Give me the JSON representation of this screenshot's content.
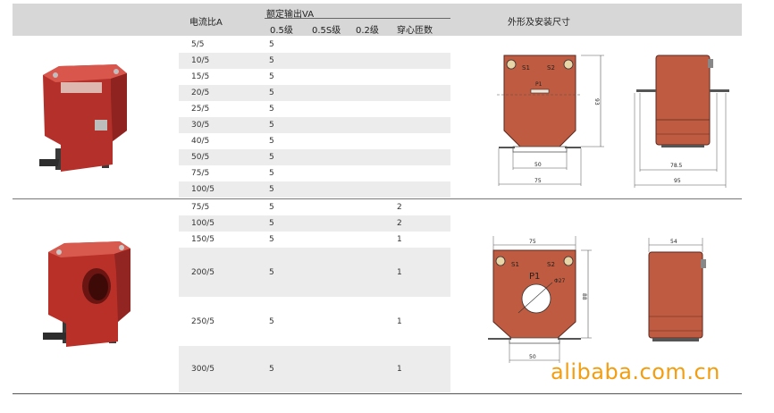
{
  "header": {
    "ratio_label": "电流比A",
    "rated_output_label": "额定输出VA",
    "class_05": "0.5级",
    "class_05s": "0.5S级",
    "class_02": "0.2级",
    "turns_label": "穿心匝数",
    "dims_label": "外形及安装尺寸"
  },
  "group1": {
    "rows": [
      {
        "ratio": "5/5",
        "va": "5",
        "turns": ""
      },
      {
        "ratio": "10/5",
        "va": "5",
        "turns": ""
      },
      {
        "ratio": "15/5",
        "va": "5",
        "turns": ""
      },
      {
        "ratio": "20/5",
        "va": "5",
        "turns": ""
      },
      {
        "ratio": "25/5",
        "va": "5",
        "turns": ""
      },
      {
        "ratio": "30/5",
        "va": "5",
        "turns": ""
      },
      {
        "ratio": "40/5",
        "va": "5",
        "turns": ""
      },
      {
        "ratio": "50/5",
        "va": "5",
        "turns": ""
      },
      {
        "ratio": "75/5",
        "va": "5",
        "turns": ""
      },
      {
        "ratio": "100/5",
        "va": "5",
        "turns": ""
      }
    ],
    "drawing_front": {
      "s1": "S1",
      "s2": "S2",
      "p1": "P1",
      "height": "93",
      "inner_width": "50",
      "outer_width": "75"
    },
    "drawing_side": {
      "inner_width": "78.5",
      "outer_width": "95"
    }
  },
  "group2": {
    "rows": [
      {
        "ratio": "75/5",
        "va": "5",
        "turns": "2"
      },
      {
        "ratio": "100/5",
        "va": "5",
        "turns": "2"
      },
      {
        "ratio": "150/5",
        "va": "5",
        "turns": "1"
      },
      {
        "ratio": "200/5",
        "va": "5",
        "turns": "1"
      },
      {
        "ratio": "250/5",
        "va": "5",
        "turns": "1"
      },
      {
        "ratio": "300/5",
        "va": "5",
        "turns": "1"
      }
    ],
    "drawing_front": {
      "s1": "S1",
      "s2": "S2",
      "p1": "P1",
      "hole": "Φ27",
      "height": "88",
      "top_width": "75",
      "bottom_width": "50"
    },
    "drawing_side": {
      "width": "54"
    }
  },
  "watermark": "alibaba.com.cn",
  "colors": {
    "body_red": "#c8382f",
    "drawing_red": "#bf5b40",
    "header_gray": "#d7d7d7",
    "row_alt": "#ececec",
    "watermark": "#f29e10"
  }
}
